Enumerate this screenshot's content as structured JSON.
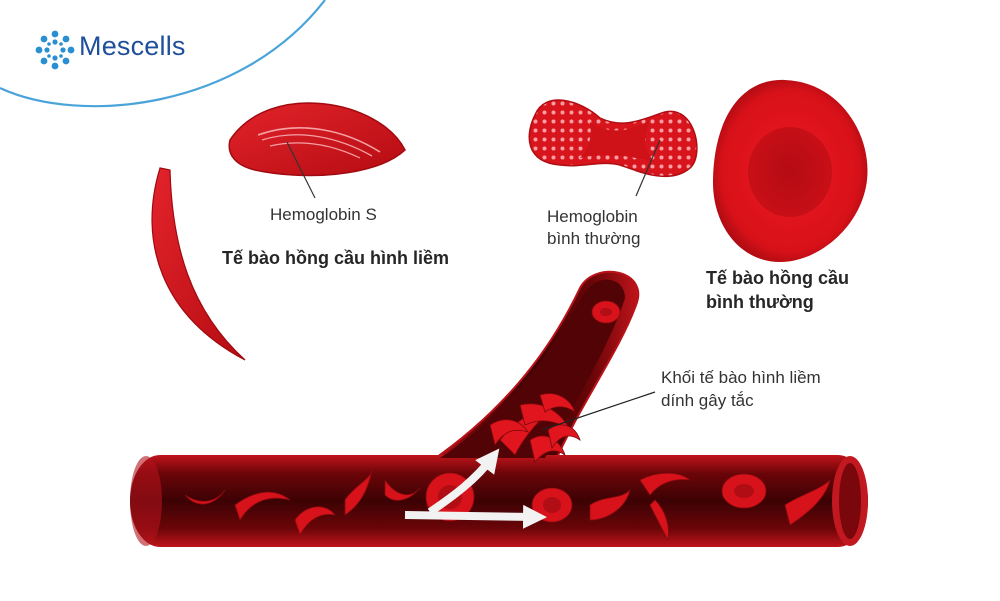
{
  "brand": {
    "name": "Mescells",
    "logo_icon": "mescells-logo-icon",
    "color": "#1f4f9c"
  },
  "colors": {
    "cell_red": "#d9121b",
    "cell_dark": "#8c0a0e",
    "vessel_dark": "#5a0306",
    "arrow": "#f2f2f2",
    "brand_arc": "#4aa3d9"
  },
  "labels": {
    "hemoglobin_s": "Hemoglobin S",
    "sickle_cell": "Tế bào hồng cầu hình liềm",
    "hemoglobin_normal_line1": "Hemoglobin",
    "hemoglobin_normal_line2": "bình thường",
    "normal_cell_line1": "Tế bào hồng cầu",
    "normal_cell_line2": "bình thường",
    "blockage_line1": "Khối tế bào hình liềm",
    "blockage_line2": "dính gây tắc"
  }
}
